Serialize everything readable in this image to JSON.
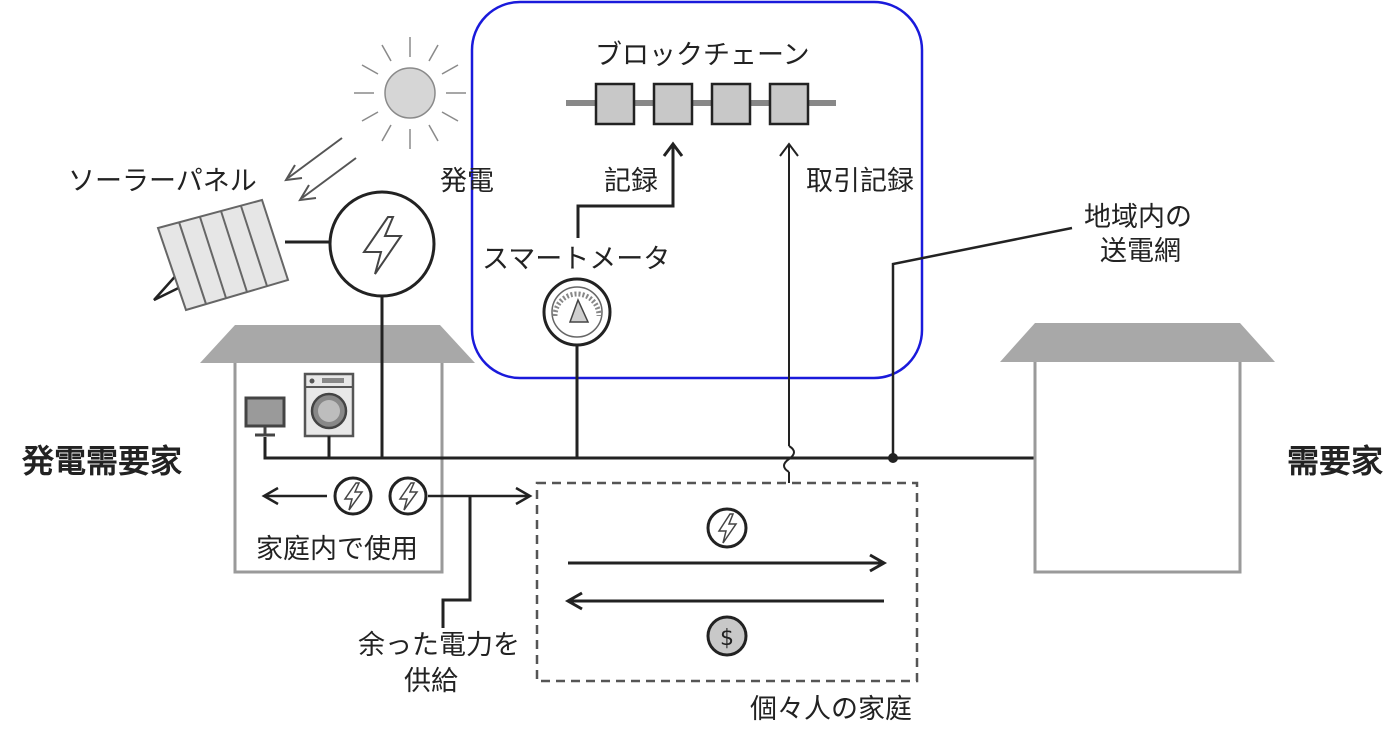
{
  "labels": {
    "solar_panel": "ソーラーパネル",
    "generation": "発電",
    "blockchain": "ブロックチェーン",
    "record": "記録",
    "transaction_record": "取引記録",
    "smart_meter": "スマートメータ",
    "regional_grid_line1": "地域内の",
    "regional_grid_line2": "送電網",
    "prosumer": "発電需要家",
    "consumer": "需要家",
    "household_use": "家庭内で使用",
    "surplus_line1": "余った電力を",
    "surplus_line2": "供給",
    "individual_households": "個々人の家庭",
    "currency_symbol": "$"
  },
  "colors": {
    "highlight_border": "#1a1adb",
    "line": "#222222",
    "roof": "#a8a8a8",
    "block_fill": "#c8c8c8"
  },
  "icons": [
    "sun-icon",
    "solar-panel-icon",
    "lightning-icon",
    "smart-meter-icon",
    "monitor-icon",
    "washing-machine-icon",
    "coin-icon"
  ]
}
